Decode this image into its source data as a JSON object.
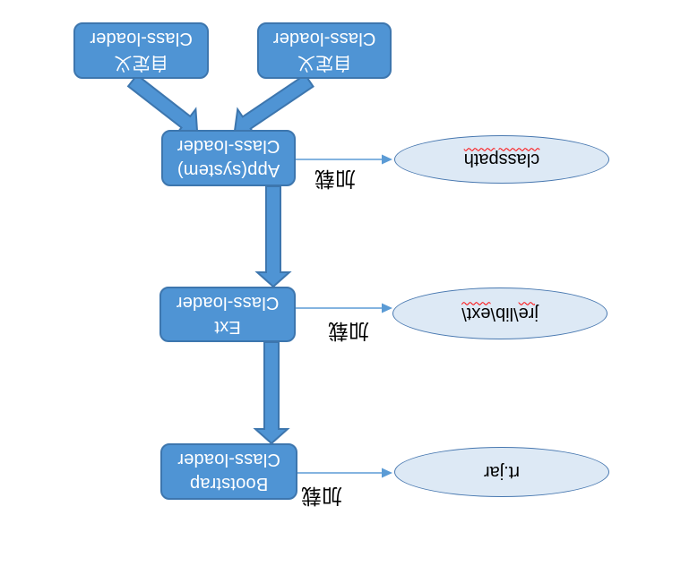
{
  "diagram": {
    "arrow_label": "加载",
    "loaders": [
      {
        "id": "bootstrap",
        "line1": "Bootstrap",
        "line2": "Class-loader",
        "loads": "rt.jar"
      },
      {
        "id": "ext",
        "line1": "Ext",
        "line2": "Class-loader",
        "loads": "jre\\lib\\ext\\"
      },
      {
        "id": "app",
        "line1": "App(system)",
        "line2": "Class-loader",
        "loads": "classpath"
      },
      {
        "id": "custom-1",
        "line1": "自定义",
        "line2": "Class-loader"
      },
      {
        "id": "custom-2",
        "line1": "自定义",
        "line2": "Class-loader"
      }
    ],
    "targets": [
      {
        "label": "rt.jar",
        "segments": [
          {
            "text": "rt.jar",
            "misspelled": false
          }
        ]
      },
      {
        "label": "jre\\lib\\ext\\",
        "segments": [
          {
            "text": "jre",
            "misspelled": true
          },
          {
            "text": "\\lib\\",
            "misspelled": false
          },
          {
            "text": "ext\\",
            "misspelled": true
          }
        ]
      },
      {
        "label": "classpath",
        "segments": [
          {
            "text": "classpath",
            "misspelled": true
          }
        ]
      }
    ],
    "colors": {
      "box_fill": "#4f94d4",
      "box_border": "#3d76ae",
      "arrow_fill": "#4f94d4",
      "arrow_border": "#3d76ae",
      "connector": "#5b9bd5",
      "ellipse_fill": "#dde9f5",
      "ellipse_border": "#4878b0",
      "box_text": "#ffffff",
      "label_text": "#000000",
      "spellcheck_underline": "#ff0000"
    },
    "presentation": {
      "rotation_degrees": 180
    }
  }
}
